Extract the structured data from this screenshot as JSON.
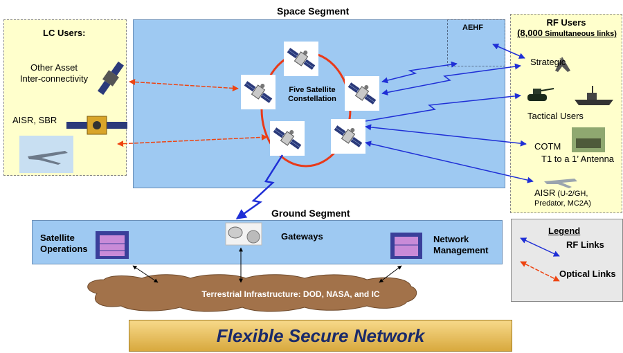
{
  "space": {
    "title": "Space Segment",
    "aehf": "AEHF",
    "constellation_line1": "Five Satellite",
    "constellation_line2": "Constellation"
  },
  "lc": {
    "title": "LC Users:",
    "item1_line1": "Other Asset",
    "item1_line2": "Inter-connectivity",
    "item2": "AISR, SBR"
  },
  "rf": {
    "title": "RF Users",
    "subtitle_num": "(8,000",
    "subtitle_rest": " Simultaneous links)",
    "strategic": "Strategic",
    "tactical": "Tactical Users",
    "cotm_line1": "COTM",
    "cotm_line2": "T1 to a 1’ Antenna",
    "aisr_main": "AISR",
    "aisr_detail1": " (U-2/GH,",
    "aisr_detail2": "Predator, MC2A)"
  },
  "ground": {
    "title": "Ground Segment",
    "sat_ops_line1": "Satellite",
    "sat_ops_line2": "Operations",
    "gateways": "Gateways",
    "net_mgmt_line1": "Network",
    "net_mgmt_line2": "Management",
    "terrestrial": "Terrestrial Infrastructure: DOD, NASA, and IC"
  },
  "legend": {
    "title": "Legend",
    "rf": "RF Links",
    "optical": "Optical Links"
  },
  "banner": "Flexible Secure Network",
  "colors": {
    "rf_link": "#1f2fd6",
    "optical_link": "#ee4411",
    "ring": "#e83a1a",
    "space_fill": "#9ec9f2",
    "user_box_fill": "#ffffcc",
    "cloud_fill": "#a2724a"
  }
}
